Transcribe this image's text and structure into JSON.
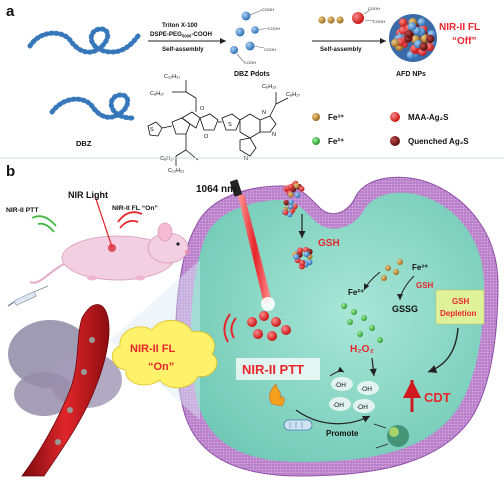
{
  "panel_a": {
    "label": "a",
    "arrow1_line1": "Triton X-100",
    "arrow1_line2_pre": "DSPE-PEG",
    "arrow1_line2_sub": "5000",
    "arrow1_line2_post": "-COOH",
    "arrow1_line3": "Self-assembly",
    "pdots_label": "DBZ Pdots",
    "arrow2_line": "Self-assembly",
    "np_label": "AFD NPs",
    "fl_off_line1": "NIR-II FL",
    "fl_off_line2": "“Off”",
    "cooh": "COOH",
    "dbz_label": "DBZ",
    "legend": {
      "fe3": "Fe³⁺",
      "fe2": "Fe²⁺",
      "maa": "MAA-Ag₂S",
      "quenched": "Quenched Ag₂S"
    },
    "chem": {
      "c10h21_top": "C₁₀H₂₁",
      "c8h17_top": "C₈H₁₇",
      "c8h17_bot": "C₈H₁₇",
      "c10h21_bot": "C₁₀H₂₁",
      "c8h17_right": "C₈H₁₇",
      "c6h13_right": "C₆H₁₃",
      "o": "O",
      "n": "N",
      "s": "S"
    }
  },
  "panel_b": {
    "label": "b",
    "nir_light": "NIR Light",
    "nir_fl_on": "NIR-II FL “On”",
    "nir_ptt_small": "NIR-II PTT",
    "laser": "1064 nm",
    "gsh1": "GSH",
    "gsh2": "GSH",
    "fe3": "Fe³⁺",
    "fe2": "Fe²⁺",
    "gssg": "GSSG",
    "depletion_line1": "GSH",
    "depletion_line2": "Depletion",
    "fl_cloud_line1": "NIR-II FL",
    "fl_cloud_line2": "“On”",
    "h2o2": "H₂O₂",
    "oh": "·OH",
    "ptt_big": "NIR-II PTT",
    "cdt": "CDT",
    "promote": "Promote"
  },
  "colors": {
    "chain": "#3f7fc0",
    "cytoplasm": "#7fd0bf",
    "membrane": "#b77fc8",
    "red_text": "#e8262b",
    "fe3": "#b8862e",
    "fe2": "#44b844",
    "maa": "#e52a2a",
    "quenched": "#8c1a1a",
    "depletion_bg": "#dff29a",
    "cloud_bg": "#fff16a",
    "vessel": "#c8161d"
  },
  "icons": [
    "wifi-signal-icon",
    "mouse-icon",
    "syringe-icon",
    "laser-icon",
    "fire-icon",
    "capsule-icon",
    "tumor-cell-icon"
  ]
}
